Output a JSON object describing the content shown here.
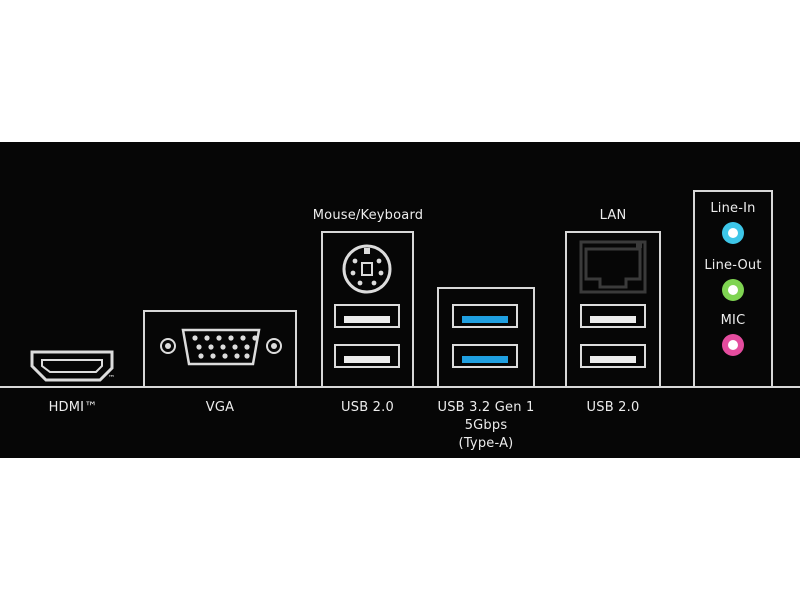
{
  "labels": {
    "hdmi": "HDMI™",
    "hdmi_tm": "™",
    "vga": "VGA",
    "usb20_left": "USB 2.0",
    "mouse_keyboard": "Mouse/Keyboard",
    "usb32_line1": "USB 3.2 Gen 1",
    "usb32_line2": "5Gbps",
    "usb32_line3": "(Type-A)",
    "lan": "LAN",
    "usb20_right": "USB 2.0",
    "line_in": "Line-In",
    "line_out": "Line-Out",
    "mic": "MIC"
  },
  "colors": {
    "panel": "#060606",
    "outline": "#d8d8d8",
    "usb3_blue": "#1f9fe0",
    "line_in": "#3dc6e8",
    "line_out": "#7fd452",
    "mic": "#e44c9e"
  },
  "icons": [
    "hdmi-port-icon",
    "vga-port-icon",
    "ps2-port-icon",
    "usb-port-icon",
    "rj45-port-icon",
    "audio-jack-icon"
  ]
}
